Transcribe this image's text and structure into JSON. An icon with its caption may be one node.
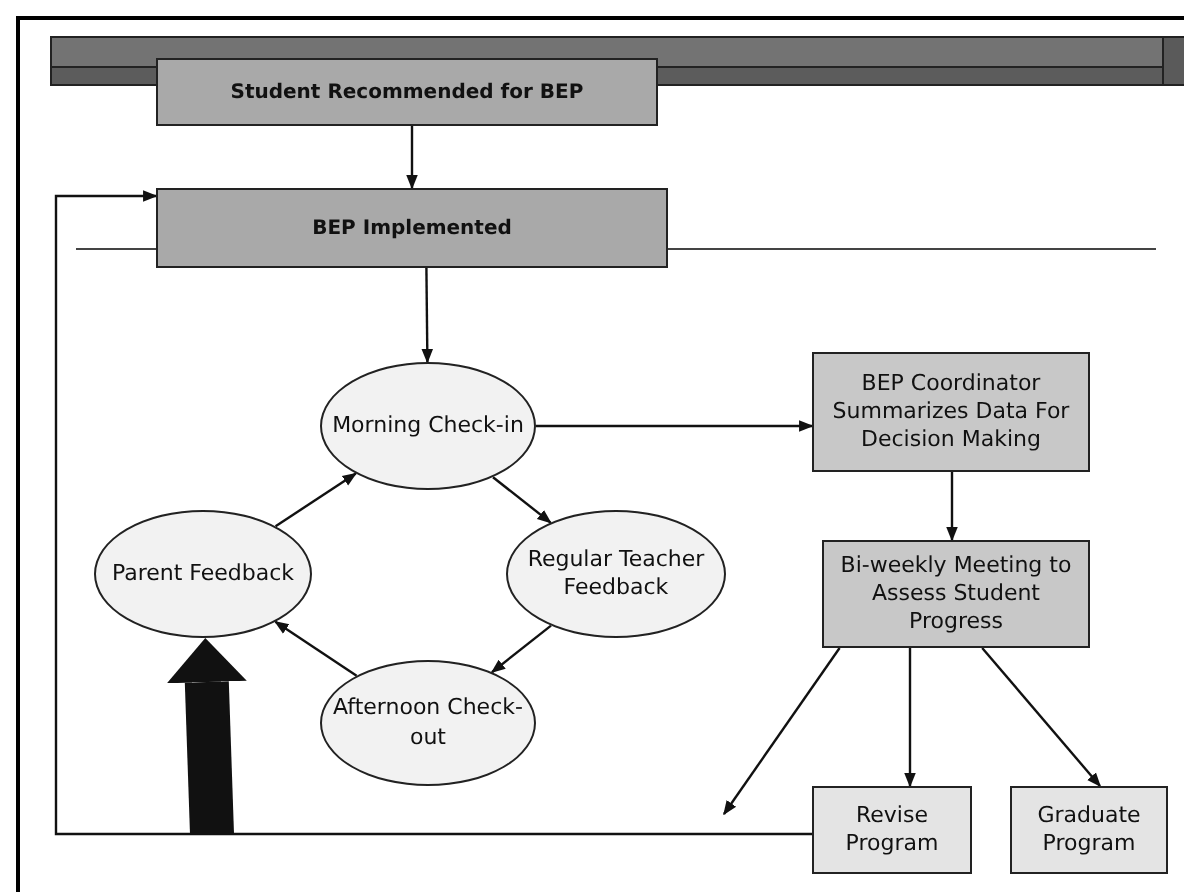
{
  "diagram": {
    "nodes": [
      {
        "text": [
          "Student Recommended for BEP"
        ]
      },
      {
        "text": [
          "BEP Implemented"
        ]
      },
      {
        "text": [
          "Morning Check-in"
        ]
      },
      {
        "text": [
          "Regular Teacher Feedback"
        ]
      },
      {
        "text": [
          "Afternoon Check-out"
        ]
      },
      {
        "text": [
          "Parent Feedback"
        ]
      },
      {
        "text": [
          "BEP Coordinator Summarizes Data For Decision Making"
        ]
      },
      {
        "text": [
          "Bi-weekly Meeting to Assess Student Progress"
        ]
      },
      {
        "text": [
          "Revise Program"
        ]
      },
      {
        "text": [
          "Graduate Program"
        ]
      }
    ],
    "edges": [
      {
        "from": 0,
        "to": 1,
        "arrow": "to"
      },
      {
        "from": 1,
        "to": 2,
        "arrow": "to"
      },
      {
        "from": 2,
        "to": 6,
        "arrow": "to"
      },
      {
        "from": 2,
        "to": 3,
        "arrow": "to"
      },
      {
        "from": 3,
        "to": 4,
        "arrow": "to"
      },
      {
        "from": 4,
        "to": 5,
        "arrow": "to"
      },
      {
        "from": 5,
        "to": 2,
        "arrow": "to"
      },
      {
        "from": 6,
        "to": 7,
        "arrow": "to"
      },
      {
        "from": 7,
        "to": 8,
        "arrow": "to"
      },
      {
        "from": 7,
        "to": 9,
        "arrow": "to"
      },
      {
        "from": 7,
        "to": null,
        "arrow": "to"
      },
      {
        "from": 8,
        "to": 1,
        "arrow": "to"
      },
      {
        "from": null,
        "to": 5,
        "arrow": "to",
        "style": "thick"
      }
    ]
  }
}
